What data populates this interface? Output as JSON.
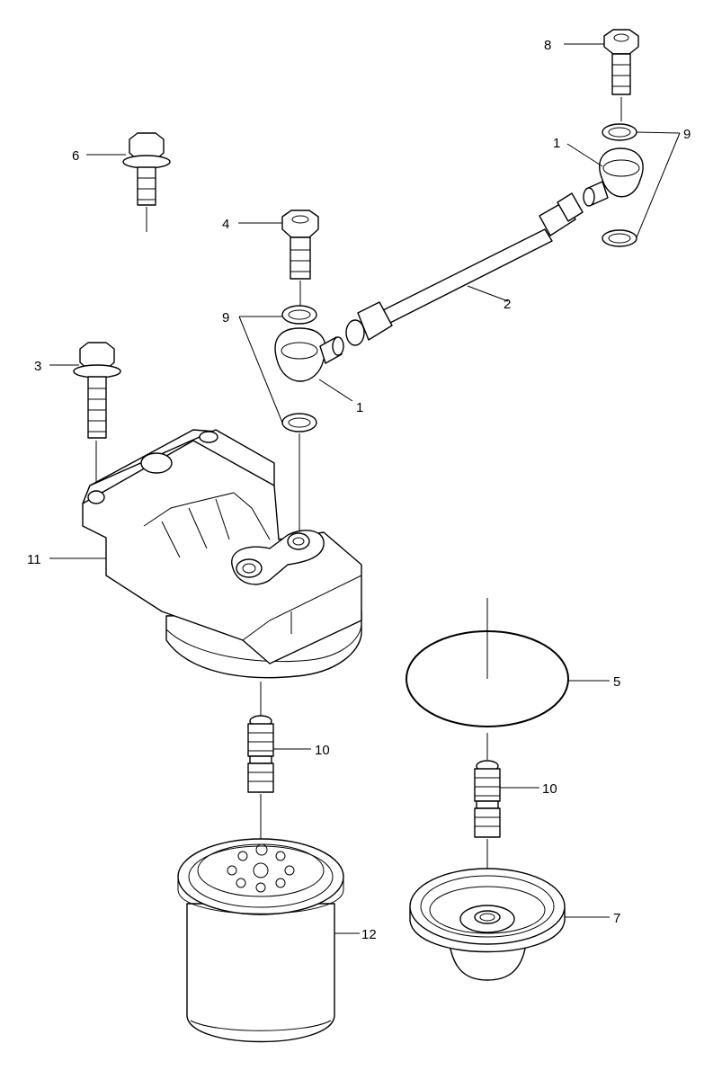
{
  "callouts": {
    "c1a": "1",
    "c1b": "1",
    "c2": "2",
    "c3": "3",
    "c4": "4",
    "c5": "5",
    "c6": "6",
    "c7": "7",
    "c8": "8",
    "c9a": "9",
    "c9b": "9",
    "c10a": "10",
    "c10b": "10",
    "c11": "11",
    "c12": "12"
  },
  "line_color": "#000000",
  "background": "#ffffff"
}
